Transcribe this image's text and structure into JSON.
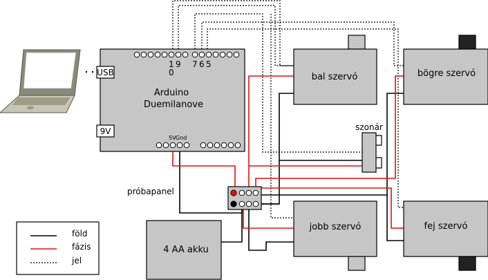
{
  "labels": {
    "usb": "USB",
    "nine_volt": "9V",
    "arduino_line1": "Arduino",
    "arduino_line2": "Duemilanove",
    "pin_1": "1",
    "pin_9": "9",
    "pin_0": "0",
    "pin_7": "7",
    "pin_6": "6",
    "pin_5": "5",
    "pin_5v": "5V",
    "pin_gnd": "Gnd",
    "breadboard": "próbapanel",
    "battery": "4 AA akku",
    "sonar": "szonár",
    "left_servo": "bal szervó",
    "cup_servo": "bögre szervó",
    "right_servo": "jobb szervó",
    "head_servo": "fej szervó"
  },
  "legend": {
    "ground": "föld",
    "phase": "fázis",
    "signal": "jel"
  },
  "colors": {
    "box_fill": "#c6c6c6",
    "ground_wire": "#000000",
    "phase_wire": "#e01010",
    "signal_wire": "#000000",
    "horn_dark": "#222222",
    "laptop_body": "#c8c5b4",
    "laptop_screen": "#ffffff"
  }
}
